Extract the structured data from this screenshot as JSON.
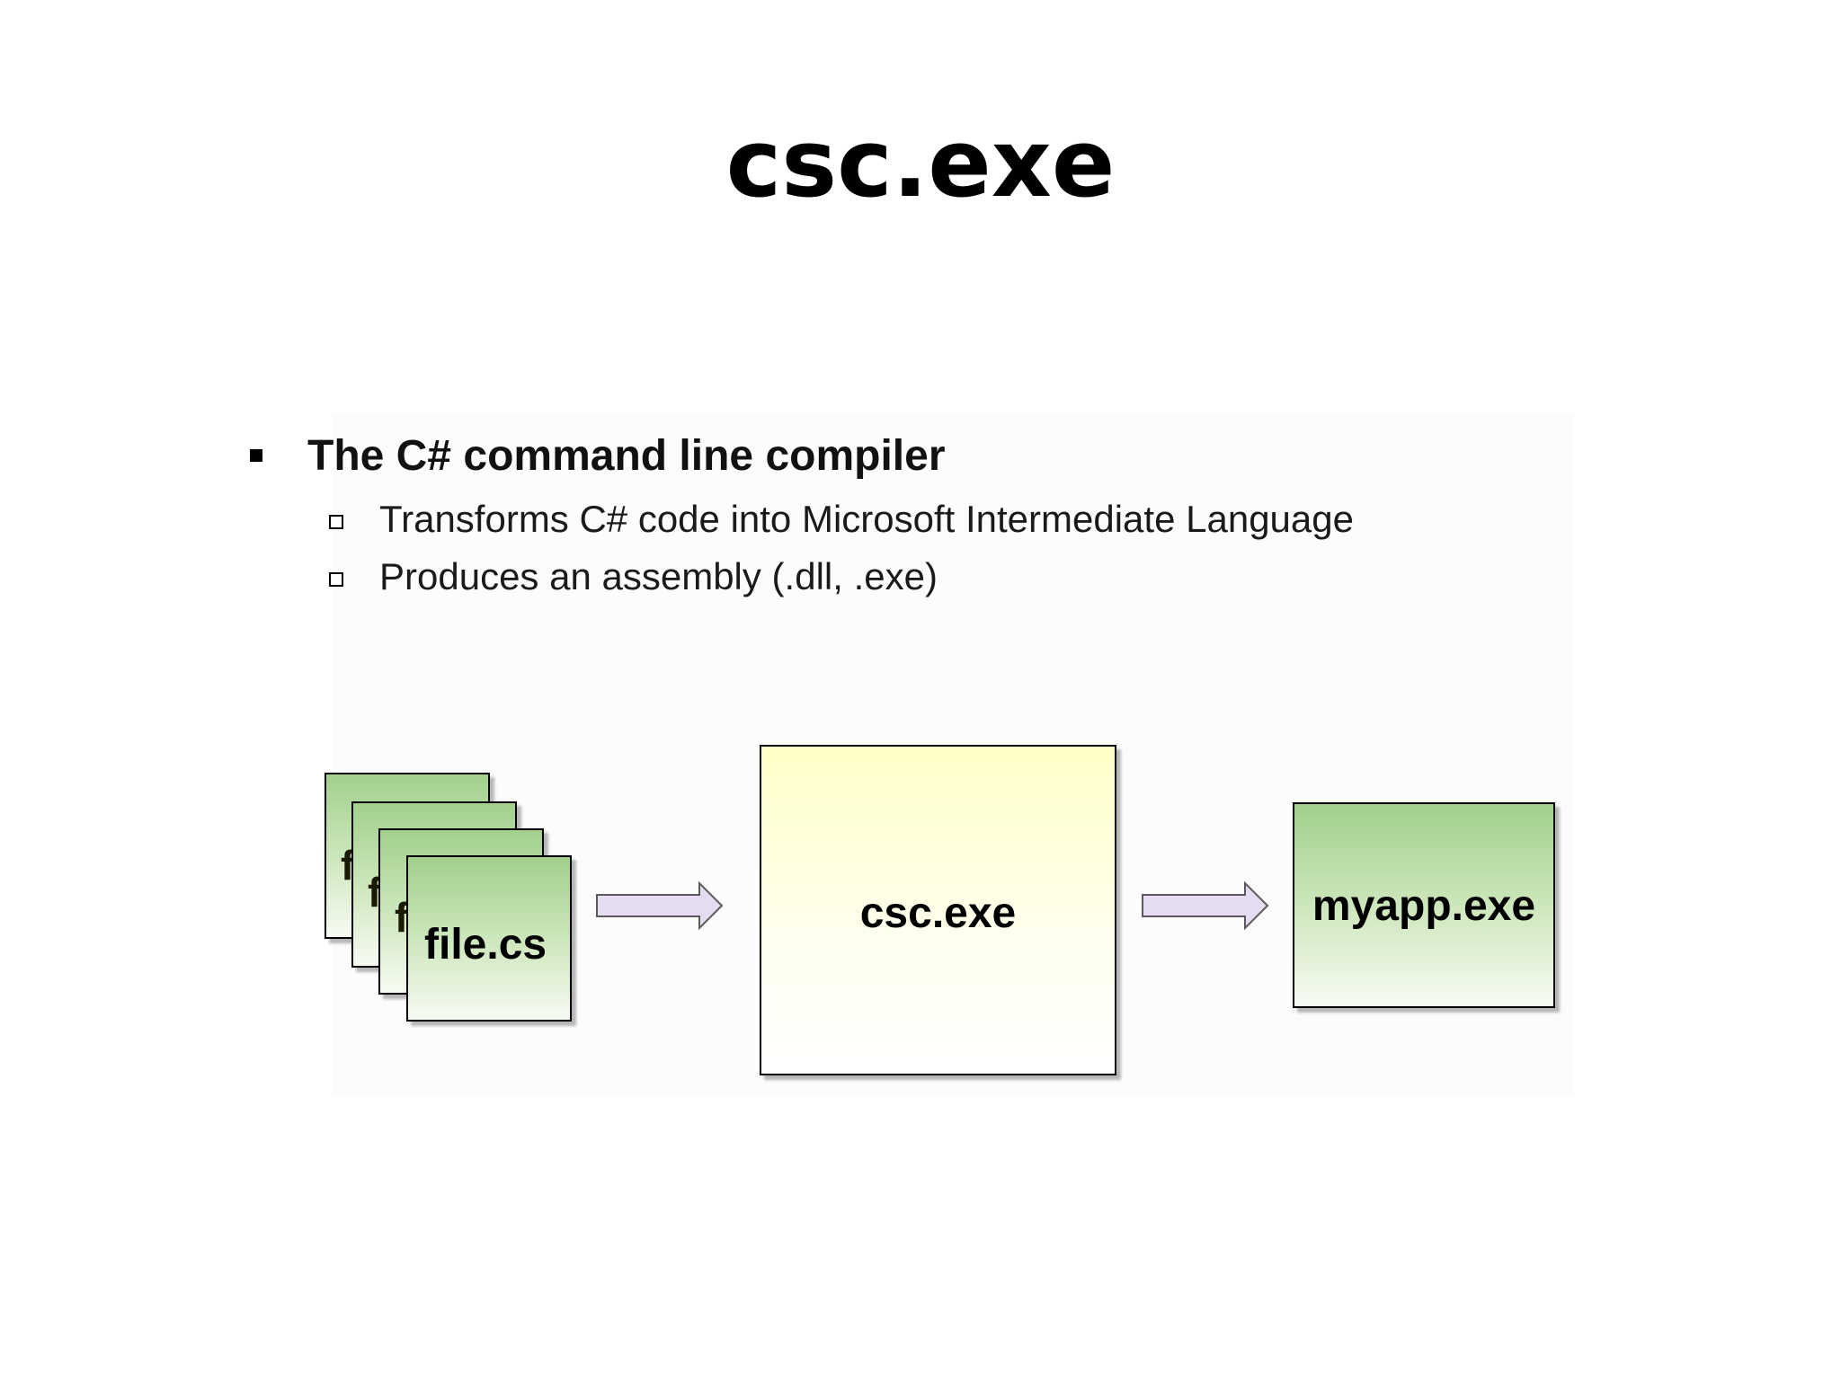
{
  "title": "csc.exe",
  "bullets": {
    "main": "The C# command line compiler",
    "sub": [
      "Transforms C# code into Microsoft Intermediate Language",
      "Produces an assembly (.dll, .exe)"
    ]
  },
  "diagram": {
    "source_file": "file.cs",
    "peek_letter": "f",
    "compiler": "csc.exe",
    "output": "myapp.exe",
    "colors": {
      "green_top": "#a2d08c",
      "yellow_top": "#ffffc8",
      "arrow_fill": "#e6dcf2"
    }
  }
}
